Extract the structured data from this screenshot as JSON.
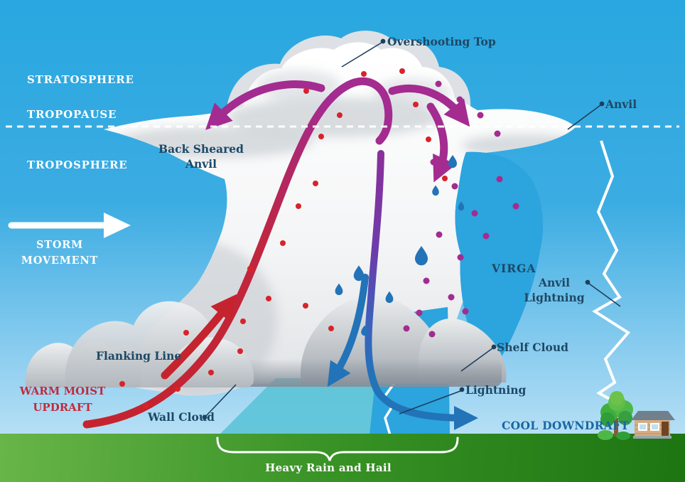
{
  "title": "Supercell thunderstorm structure diagram",
  "labels": {
    "stratosphere": "STRATOSPHERE",
    "tropopause": "TROPOPAUSE",
    "troposphere": "TROPOSPHERE",
    "storm_movement": "STORM\nMOVEMENT",
    "overshooting_top": "Overshooting Top",
    "anvil": "Anvil",
    "back_sheared_anvil": "Back Sheared\nAnvil",
    "virga": "VIRGA",
    "anvil_lightning": "Anvil\nLightning",
    "shelf_cloud": "Shelf Cloud",
    "lightning": "Lightning",
    "cool_downdraft": "COOL DOWNDRAFT",
    "warm_moist_updraft": "WARM MOIST\nUPDRAFT",
    "flanking_line": "Flanking Line",
    "wall_cloud": "Wall Cloud",
    "heavy_rain_and_hail": "Heavy Rain and Hail"
  },
  "colors": {
    "sky_top": "#29a7e0",
    "sky_horizon": "#cfeaf8",
    "ground_light": "#68b549",
    "ground_dark": "#1d7512",
    "cloud_white": "#ffffff",
    "cloud_shadow": "#aab0b7",
    "label_navy": "#1d4866",
    "label_white": "#ffffff",
    "updraft_red": "#c5242e",
    "anvil_magenta": "#a42b90",
    "downdraft_blue": "#2273b8",
    "virga_rain_blue": "#2ca4de",
    "rain_drop_dark": "#17689f",
    "rain_shaft_teal": "#57c2d5",
    "warm_updraft_text": "#c22a3a",
    "cool_downdraft_text": "#1a67a3"
  }
}
